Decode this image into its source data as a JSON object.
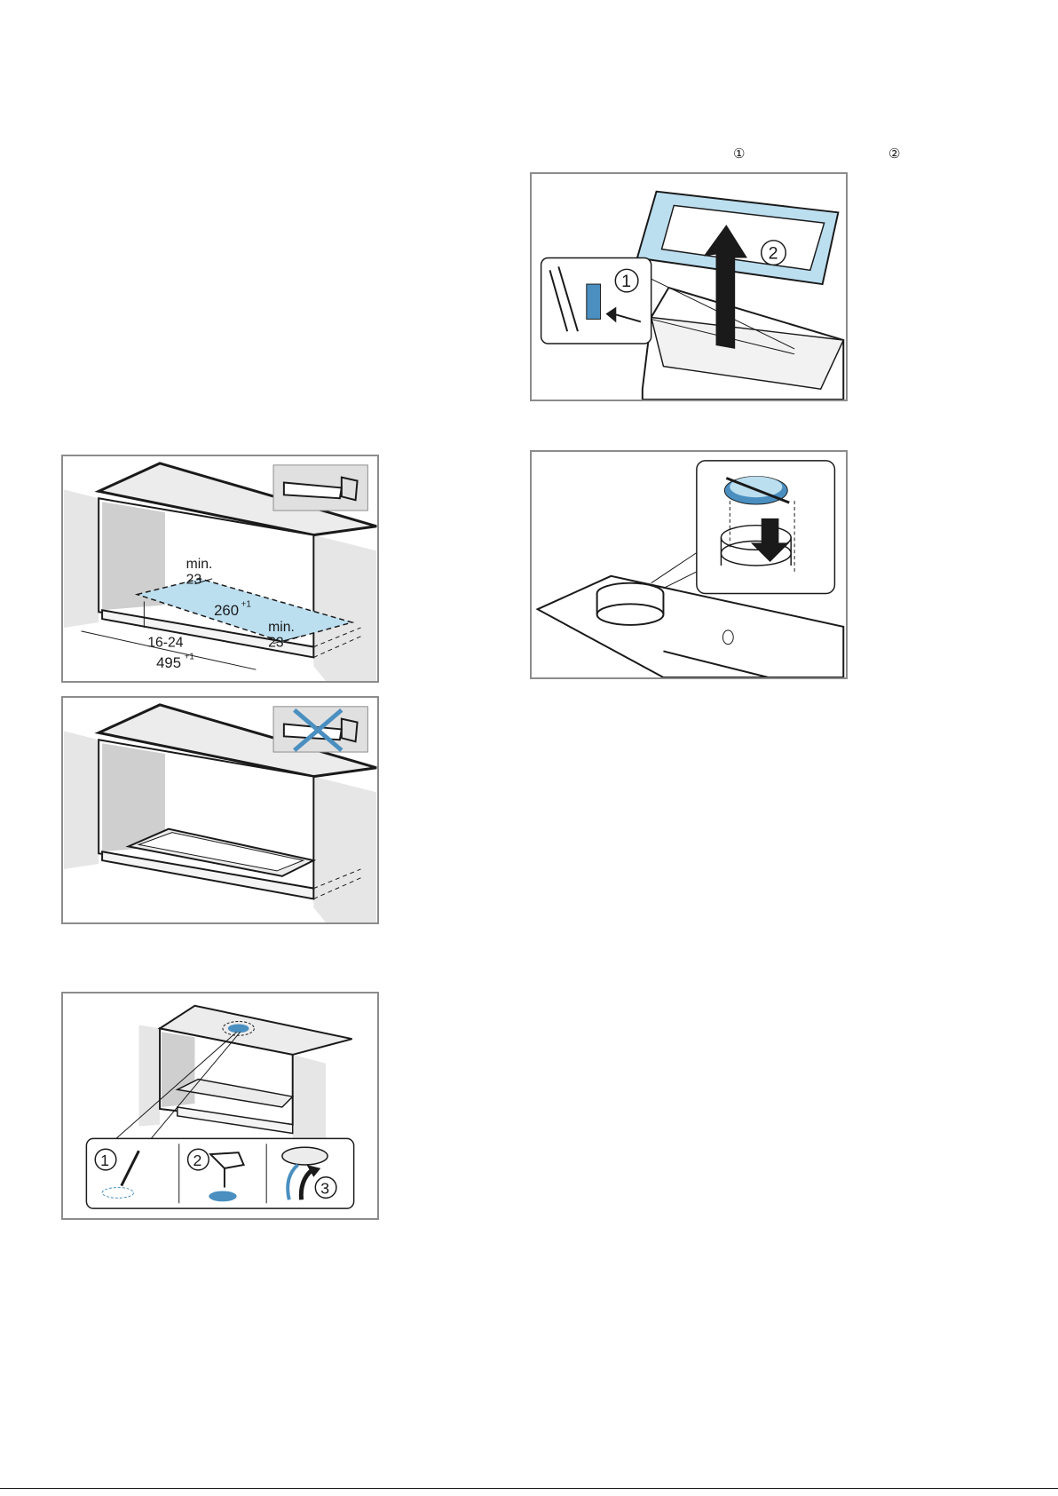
{
  "header_markers": {
    "m1": "①",
    "m2": "②"
  },
  "fig_cutout": {
    "min_left": "min.",
    "min_left_val": "23",
    "width_val": "260",
    "width_sup": "+1",
    "min_right": "min.",
    "min_right_val": "23",
    "offset_val": "16-24",
    "depth_val": "495",
    "depth_sup": "+1"
  },
  "fig_steps": {
    "s1": "1",
    "s2": "2",
    "s3": "3"
  },
  "fig_filter": {
    "s1": "1",
    "s2": "2"
  },
  "colors": {
    "accent": "#bcdff0",
    "accent_dark": "#4a8fc0",
    "frame": "#8c8c8c"
  }
}
